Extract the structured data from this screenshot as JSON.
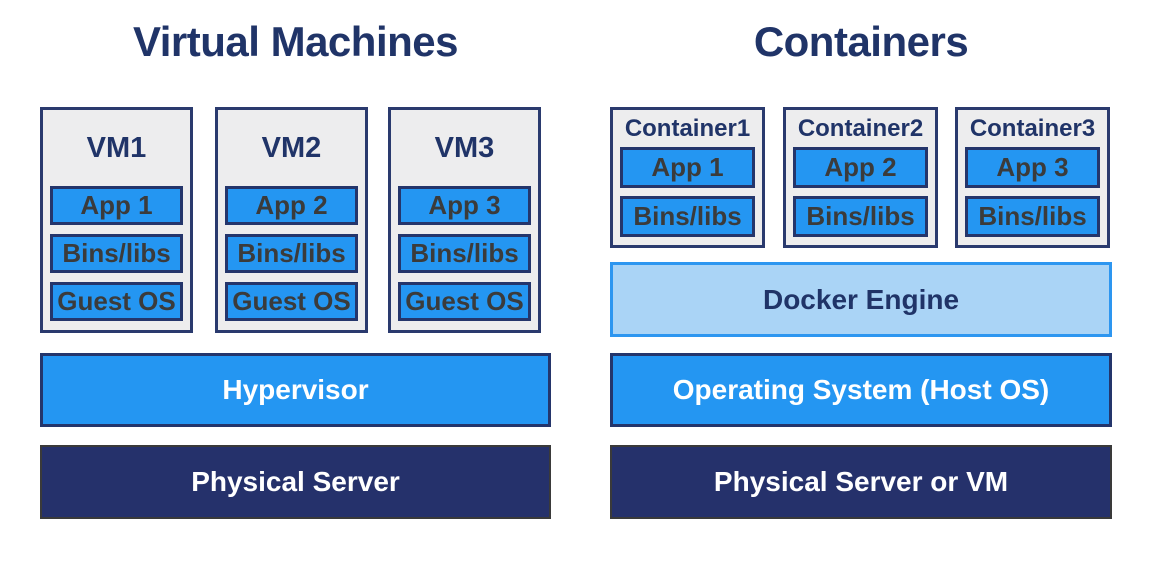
{
  "page": {
    "background": "#FFFFFF"
  },
  "colors": {
    "page_bg": "#FFFFFF",
    "title_navy": "#203468",
    "box_border_navy": "#2A3A6E",
    "panel_gray": "#EDEDEE",
    "bright_blue": "#2496F2",
    "inner_border_navy": "#24356B",
    "dark_text": "#3B3B3B",
    "navy_fill": "#25316B",
    "charcoal_border": "#3A3A3A",
    "light_blue_fill": "#AAD4F6",
    "light_blue_border": "#2D96F0"
  },
  "left_panel": {
    "title": "Virtual Machines",
    "stacks": [
      {
        "name": "VM1",
        "layers": [
          "App 1",
          "Bins/libs",
          "Guest OS"
        ]
      },
      {
        "name": "VM2",
        "layers": [
          "App 2",
          "Bins/libs",
          "Guest OS"
        ]
      },
      {
        "name": "VM3",
        "layers": [
          "App 3",
          "Bins/libs",
          "Guest OS"
        ]
      }
    ],
    "hypervisor_label": "Hypervisor",
    "physical_server_label": "Physical Server"
  },
  "right_panel": {
    "title": "Containers",
    "stacks": [
      {
        "name": "Container1",
        "layers": [
          "App 1",
          "Bins/libs"
        ]
      },
      {
        "name": "Container2",
        "layers": [
          "App 2",
          "Bins/libs"
        ]
      },
      {
        "name": "Container3",
        "layers": [
          "App 3",
          "Bins/libs"
        ]
      }
    ],
    "docker_engine_label": "Docker Engine",
    "host_os_label": "Operating System (Host OS)",
    "physical_server_label": "Physical Server or VM"
  }
}
